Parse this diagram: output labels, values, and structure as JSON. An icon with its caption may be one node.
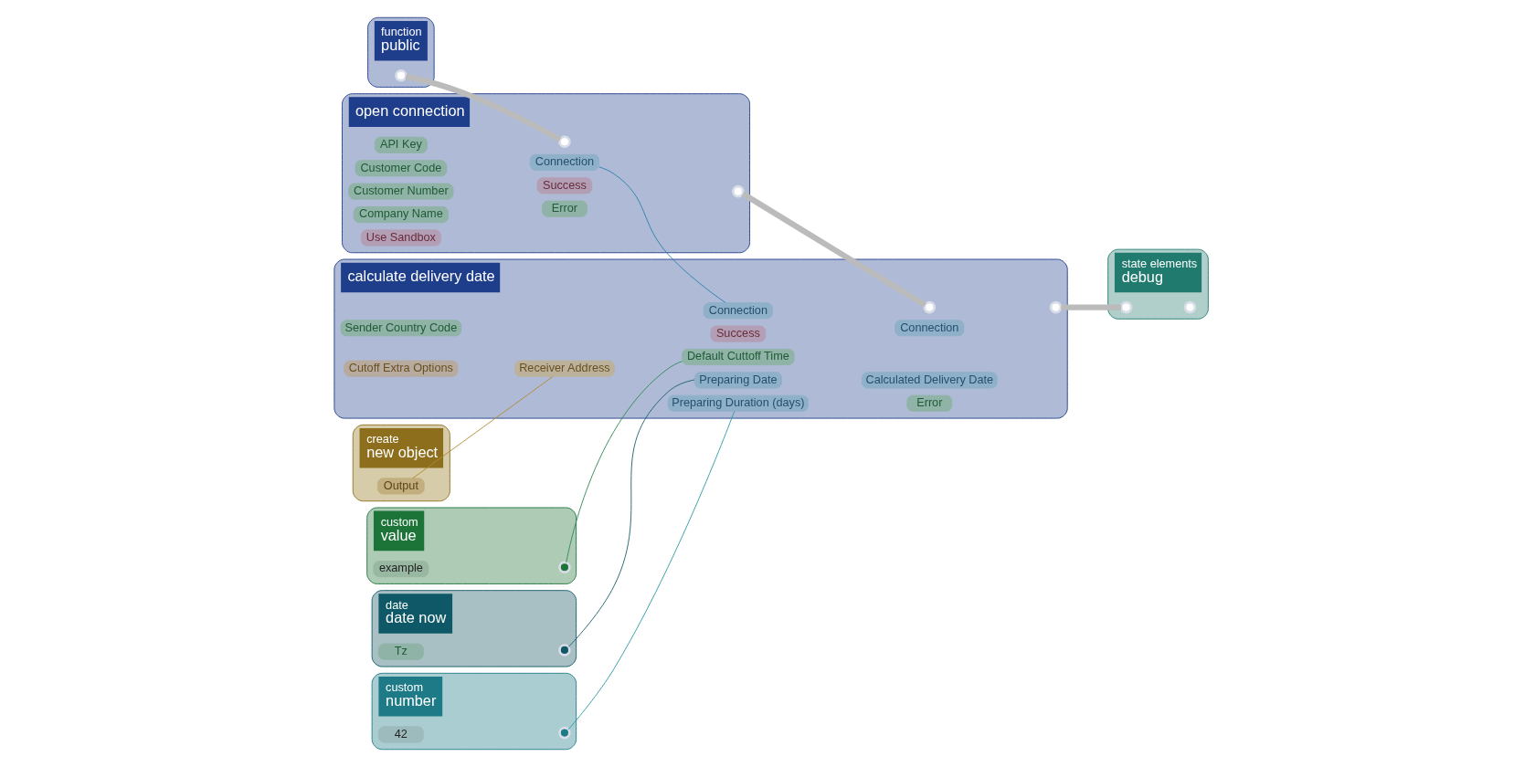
{
  "diagram": {
    "nodes": [
      {
        "text": [
          "function",
          "public"
        ]
      },
      {
        "text": [],
        "shape": "circle",
        "in": 0
      },
      {
        "text": [
          "open connection"
        ]
      },
      {
        "text": [],
        "shape": "circle",
        "in": 2
      },
      {
        "text": [],
        "shape": "circle",
        "in": 2
      },
      {
        "text": [
          "API Key"
        ],
        "in": 2
      },
      {
        "text": [
          "Connection"
        ],
        "in": 2
      },
      {
        "text": [
          "Customer Code"
        ],
        "in": 2
      },
      {
        "text": [
          "Success"
        ],
        "in": 2
      },
      {
        "text": [
          "Customer Number"
        ],
        "in": 2
      },
      {
        "text": [
          "Error"
        ],
        "in": 2
      },
      {
        "text": [
          "Company Name"
        ],
        "in": 2
      },
      {
        "text": [
          "Use Sandbox"
        ],
        "in": 2
      },
      {
        "text": [
          "custom",
          "value"
        ]
      },
      {
        "text": [
          "example"
        ],
        "in": 13
      },
      {
        "text": [],
        "shape": "circle",
        "in": 13
      },
      {
        "text": [
          "create",
          "new object"
        ]
      },
      {
        "text": [
          "Output"
        ],
        "in": 16
      },
      {
        "text": [
          "calculate delivery date"
        ]
      },
      {
        "text": [],
        "shape": "circle",
        "in": 18
      },
      {
        "text": [],
        "shape": "circle",
        "in": 18
      },
      {
        "text": [
          "Connection"
        ],
        "in": 18
      },
      {
        "text": [
          "Connection"
        ],
        "in": 18
      },
      {
        "text": [
          "Receiver Address"
        ],
        "in": 18
      },
      {
        "text": [
          "Success"
        ],
        "in": 18
      },
      {
        "text": [
          "Preparing Date"
        ],
        "in": 18
      },
      {
        "text": [
          "Calculated Delivery Date"
        ],
        "in": 18
      },
      {
        "text": [
          "Preparing Duration (days)"
        ],
        "in": 18
      },
      {
        "text": [
          "Error"
        ],
        "in": 18
      },
      {
        "text": [
          "Default Cuttoff Time"
        ],
        "in": 18
      },
      {
        "text": [
          "Sender Country Code"
        ],
        "in": 18
      },
      {
        "text": [
          "Cutoff Extra Options"
        ],
        "in": 18
      },
      {
        "text": [
          "state elements",
          "debug"
        ]
      },
      {
        "text": [],
        "shape": "circle",
        "in": 32
      },
      {
        "text": [],
        "shape": "circle",
        "in": 32
      },
      {
        "text": [
          "date",
          "date now"
        ]
      },
      {
        "text": [
          "Tz"
        ],
        "in": 35
      },
      {
        "text": [],
        "shape": "circle",
        "in": 35
      },
      {
        "text": [
          "custom",
          "number"
        ]
      },
      {
        "text": [
          "42"
        ],
        "in": 38
      },
      {
        "text": [],
        "shape": "circle",
        "in": 38
      }
    ],
    "edges": [
      {
        "from": 1,
        "to": 3,
        "arrow": "none",
        "style": "thick",
        "color": "#bbbbbb"
      },
      {
        "from": 4,
        "to": 19,
        "arrow": "none",
        "style": "thick",
        "color": "#bbbbbb"
      },
      {
        "from": 20,
        "to": 33,
        "arrow": "none",
        "style": "thick",
        "color": "#bbbbbb"
      },
      {
        "from": 6,
        "to": 21,
        "arrow": "none",
        "color": "#2a7fa8"
      },
      {
        "from": 17,
        "to": 23,
        "arrow": "none",
        "color": "#b08a2e"
      },
      {
        "from": 15,
        "to": 29,
        "arrow": "none",
        "color": "#2e8a55"
      },
      {
        "from": 37,
        "to": 25,
        "arrow": "none",
        "color": "#1b5f6e"
      },
      {
        "from": 40,
        "to": 27,
        "arrow": "none",
        "color": "#2a9aa5"
      }
    ]
  }
}
